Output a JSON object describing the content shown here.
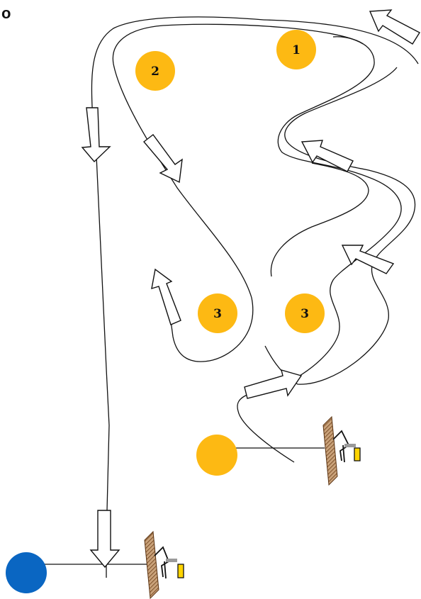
{
  "diagram": {
    "corner_label": "o",
    "colors": {
      "cone": "#FDB913",
      "start_ball": "#0A66C2",
      "line": "#111111",
      "wall": "#8B5A2B",
      "goal_post": "#FFD400"
    },
    "cones": [
      {
        "label": "1"
      },
      {
        "label": "2"
      },
      {
        "label": "3"
      },
      {
        "label": "3"
      },
      {
        "label": ""
      }
    ],
    "icons": [
      "blue-ball-icon",
      "hurdle-wall-icon",
      "mini-goal-icon",
      "direction-arrow-icon"
    ]
  }
}
